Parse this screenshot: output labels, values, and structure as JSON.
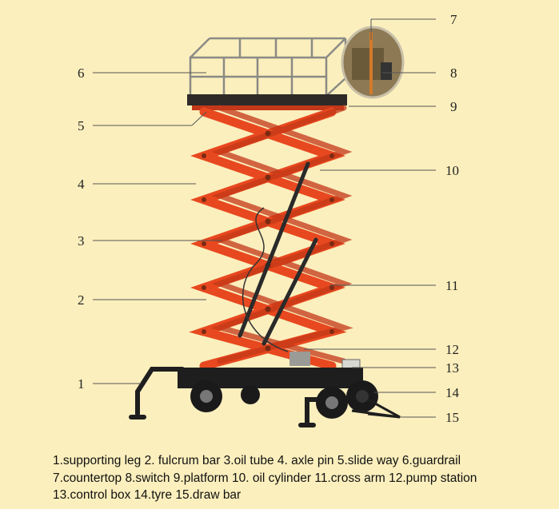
{
  "colors": {
    "background": "#fbefbd",
    "scissor": "#e8481f",
    "scissor_dark": "#c33818",
    "chassis": "#1e1e1e",
    "leader": "#555555"
  },
  "callouts": {
    "n1": "1",
    "n2": "2",
    "n3": "3",
    "n4": "4",
    "n5": "5",
    "n6": "6",
    "n7": "7",
    "n8": "8",
    "n9": "9",
    "n10": "10",
    "n11": "11",
    "n12": "12",
    "n13": "13",
    "n14": "14",
    "n15": "15"
  },
  "legend": {
    "line1": "1.supporting leg 2. fulcrum bar 3.oil tube 4. axle pin 5.slide way 6.guardrail",
    "line2": "7.countertop 8.switch 9.platform 10. oil cylinder 11.cross arm 12.pump station",
    "line3": "13.control box 14.tyre 15.draw bar"
  }
}
